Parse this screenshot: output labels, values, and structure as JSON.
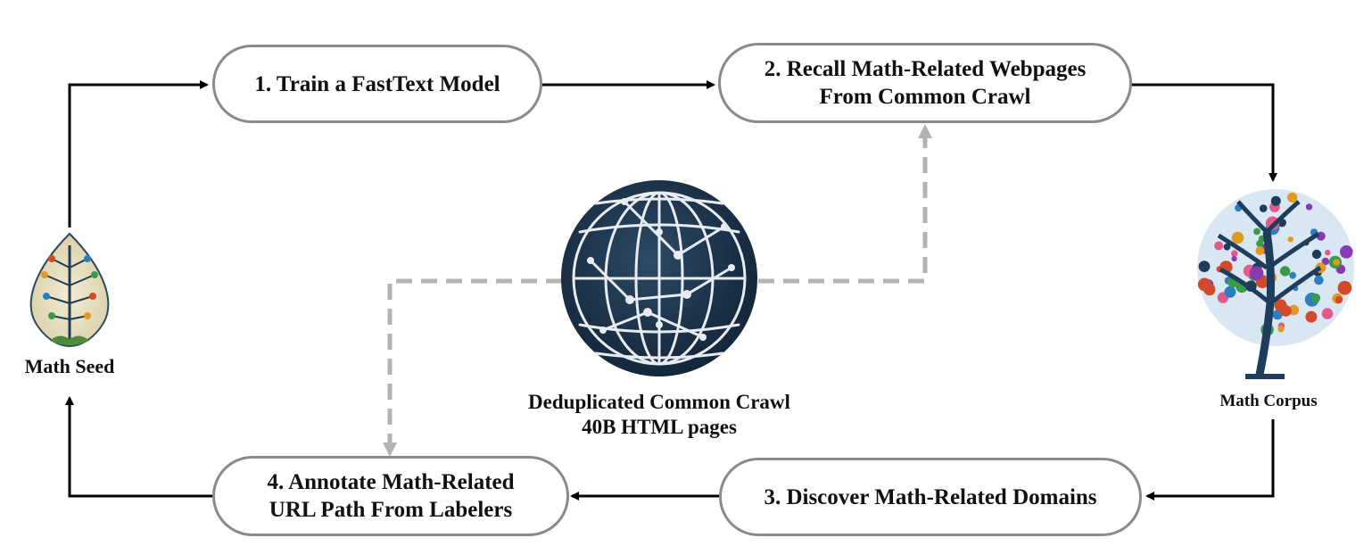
{
  "steps": {
    "step1": {
      "line1": "1. Train a FastText Model"
    },
    "step2": {
      "line1": "2. Recall Math-Related Webpages",
      "line2": "From Common Crawl"
    },
    "step3": {
      "line1": "3. Discover Math-Related Domains"
    },
    "step4": {
      "line1": "4. Annotate Math-Related",
      "line2": "URL Path From Labelers"
    }
  },
  "nodes": {
    "math_seed": {
      "label": "Math Seed",
      "icon": "leaf-tree-icon"
    },
    "math_corpus": {
      "label": "Math Corpus",
      "icon": "math-tree-icon"
    },
    "common_crawl": {
      "line1": "Deduplicated Common Crawl",
      "line2": "40B HTML pages",
      "icon": "globe-icon"
    }
  },
  "colors": {
    "arrow": "#000000",
    "dashed_arrow": "#b3b3b3",
    "pill_border": "#8a8a8a",
    "globe_dark": "#1a2f44",
    "globe_lines": "#e8ecf0"
  }
}
